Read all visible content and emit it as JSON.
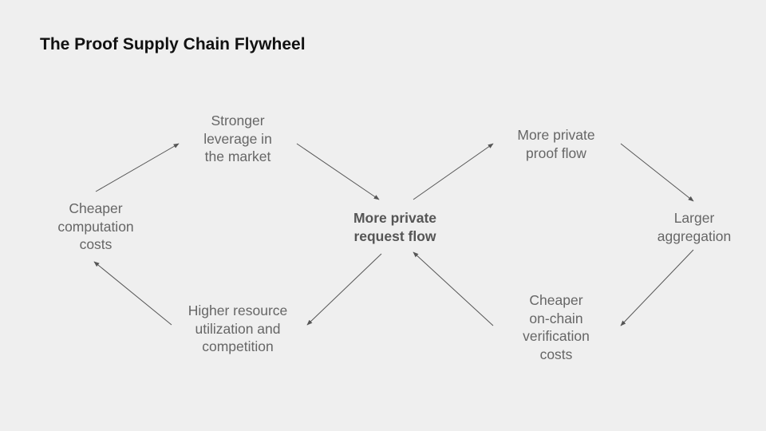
{
  "title": "The Proof Supply Chain Flywheel",
  "nodes": {
    "stronger_leverage": [
      "Stronger",
      "leverage in",
      "the market"
    ],
    "cheaper_computation": [
      "Cheaper",
      "computation",
      "costs"
    ],
    "higher_resource": [
      "Higher resource",
      "utilization and",
      "competition"
    ],
    "more_request_flow": [
      "More private",
      "request flow"
    ],
    "more_proof_flow": [
      "More private",
      "proof flow"
    ],
    "larger_aggregation": [
      "Larger",
      "aggregation"
    ],
    "cheaper_verification": [
      "Cheaper",
      "on-chain",
      "verification",
      "costs"
    ]
  },
  "colors": {
    "background": "#efefef",
    "title": "#111111",
    "node_text": "#666666",
    "arrow": "#555555"
  }
}
